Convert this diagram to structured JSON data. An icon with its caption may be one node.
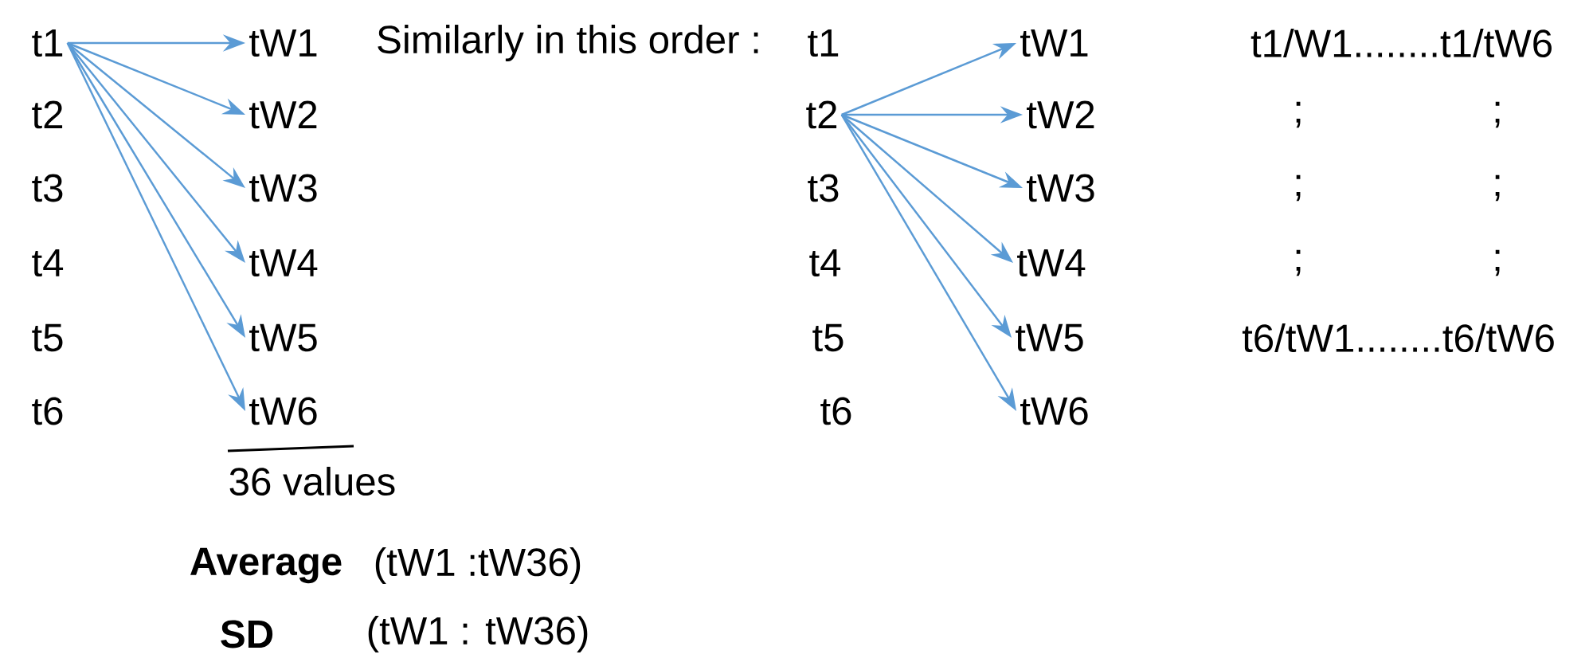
{
  "diagram": {
    "nodes": [
      {
        "text": [
          "t1"
        ]
      },
      {
        "text": [
          "t2"
        ]
      },
      {
        "text": [
          "t3"
        ]
      },
      {
        "text": [
          "t4"
        ]
      },
      {
        "text": [
          "t5"
        ]
      },
      {
        "text": [
          "t6"
        ]
      },
      {
        "text": [
          "tW1"
        ]
      },
      {
        "text": [
          "tW2"
        ]
      },
      {
        "text": [
          "tW3"
        ]
      },
      {
        "text": [
          "tW4"
        ]
      },
      {
        "text": [
          "tW5"
        ]
      },
      {
        "text": [
          "tW6"
        ]
      },
      {
        "text": [
          "t1"
        ]
      },
      {
        "text": [
          "t2"
        ]
      },
      {
        "text": [
          "t3"
        ]
      },
      {
        "text": [
          "t4"
        ]
      },
      {
        "text": [
          "t5"
        ]
      },
      {
        "text": [
          "t6"
        ]
      },
      {
        "text": [
          "tW1"
        ]
      },
      {
        "text": [
          "tW2"
        ]
      },
      {
        "text": [
          "tW3"
        ]
      },
      {
        "text": [
          "tW4"
        ]
      },
      {
        "text": [
          "tW5"
        ]
      },
      {
        "text": [
          "tW6"
        ]
      }
    ],
    "edges": [
      {
        "from": 0,
        "to": 6,
        "arrow": "to"
      },
      {
        "from": 0,
        "to": 7,
        "arrow": "to"
      },
      {
        "from": 0,
        "to": 8,
        "arrow": "to"
      },
      {
        "from": 0,
        "to": 9,
        "arrow": "to"
      },
      {
        "from": 0,
        "to": 10,
        "arrow": "to"
      },
      {
        "from": 0,
        "to": 11,
        "arrow": "to"
      },
      {
        "from": 13,
        "to": 18,
        "arrow": "to"
      },
      {
        "from": 13,
        "to": 19,
        "arrow": "to"
      },
      {
        "from": 13,
        "to": 20,
        "arrow": "to"
      },
      {
        "from": 13,
        "to": 21,
        "arrow": "to"
      },
      {
        "from": 13,
        "to": 22,
        "arrow": "to"
      },
      {
        "from": 13,
        "to": 23,
        "arrow": "to"
      }
    ],
    "labels": [
      "Similarly in this order :",
      "t1/W1........t1/tW6",
      ";",
      ";",
      ";",
      ";",
      ";",
      ";",
      "t6/tW1........t6/tW6",
      "36 values",
      "Average",
      "(tW1 :tW36)",
      "SD",
      "(tW1 : tW36)"
    ]
  }
}
